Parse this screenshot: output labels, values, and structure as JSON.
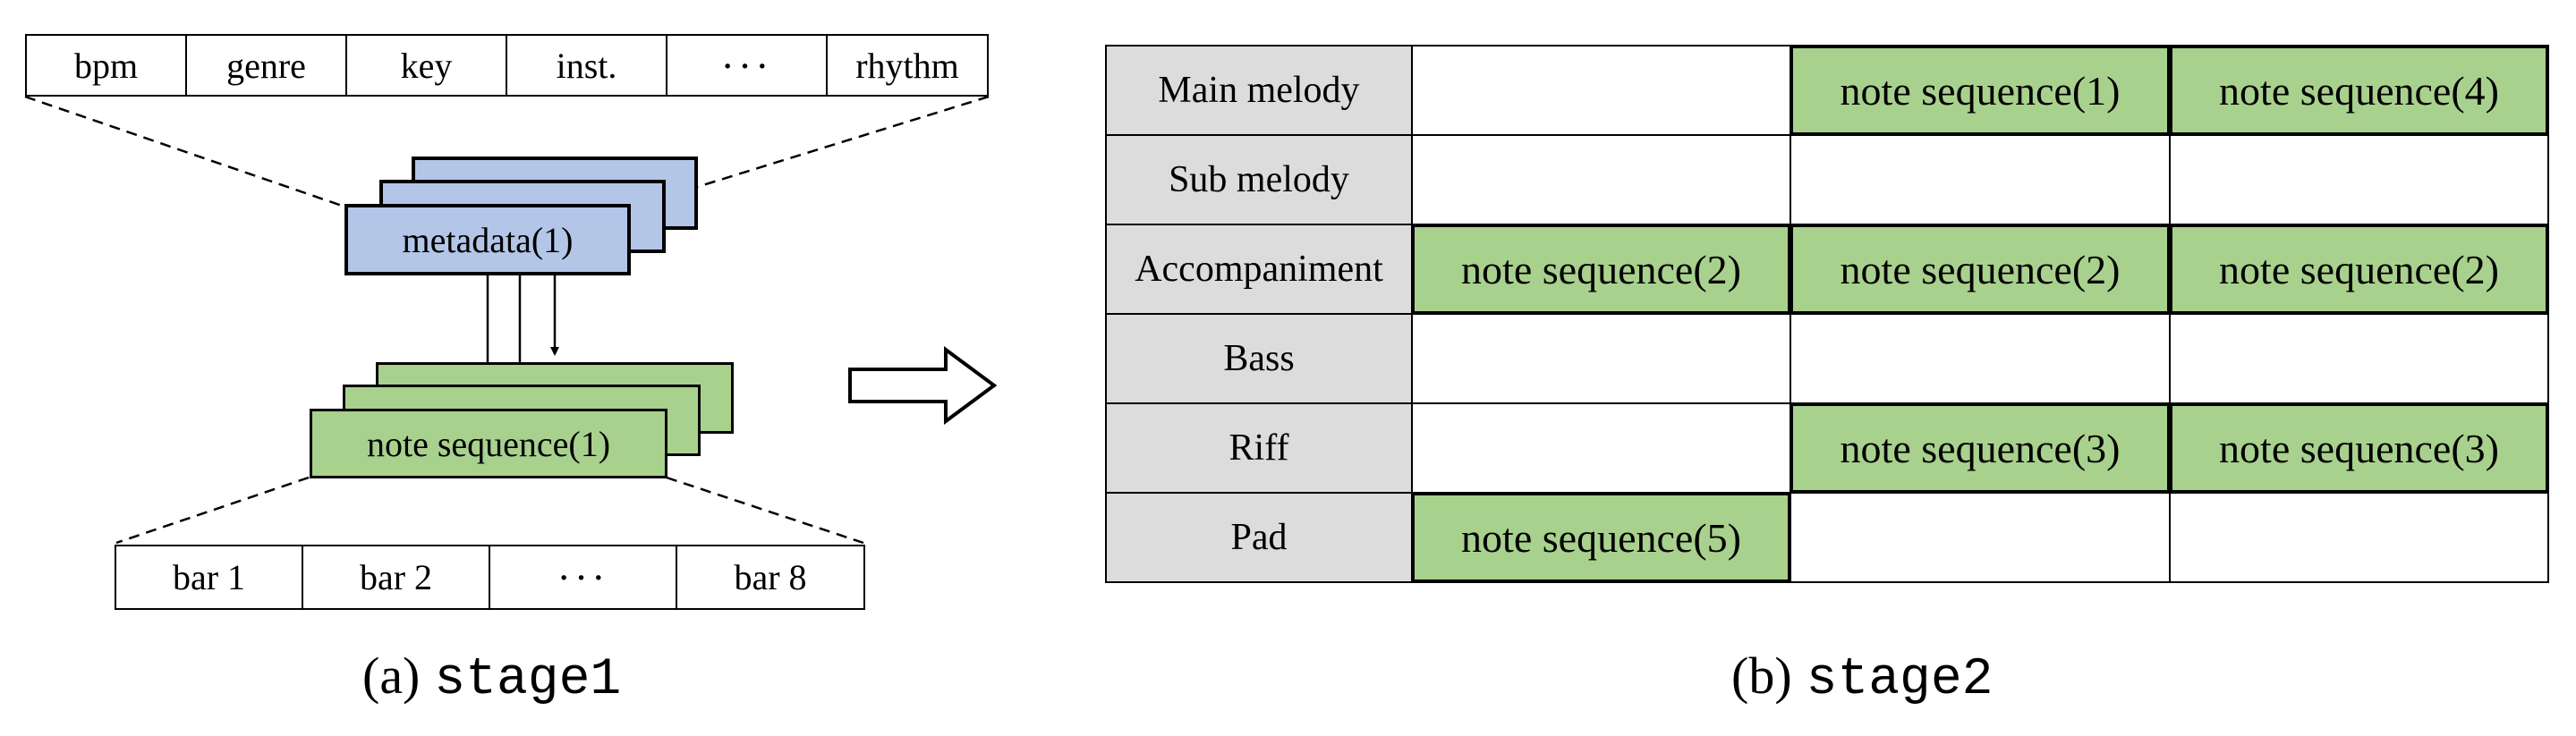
{
  "stage1": {
    "fields": [
      "bpm",
      "genre",
      "key",
      "inst.",
      "···",
      "rhythm"
    ],
    "metadata_label": "metadata(1)",
    "note_label": "note sequence(1)",
    "bars": [
      "bar 1",
      "bar 2",
      "···",
      "bar 8"
    ],
    "caption_prefix": "(a)",
    "caption_name": "stage1"
  },
  "stage2": {
    "rows": [
      {
        "label": "Main melody",
        "cells": [
          "",
          "note sequence(1)",
          "note sequence(4)"
        ]
      },
      {
        "label": "Sub melody",
        "cells": [
          "",
          "",
          ""
        ]
      },
      {
        "label": "Accompaniment",
        "cells": [
          "note sequence(2)",
          "note sequence(2)",
          "note sequence(2)"
        ]
      },
      {
        "label": "Bass",
        "cells": [
          "",
          "",
          ""
        ]
      },
      {
        "label": "Riff",
        "cells": [
          "",
          "note sequence(3)",
          "note sequence(3)"
        ]
      },
      {
        "label": "Pad",
        "cells": [
          "note sequence(5)",
          "",
          ""
        ]
      }
    ],
    "caption_prefix": "(b)",
    "caption_name": "stage2"
  },
  "colors": {
    "metadata_fill": "#b4c6e7",
    "note_fill": "#a9d18e",
    "row_label_fill": "#dcdcdc"
  },
  "arrow_icon": "right-arrow-outline"
}
